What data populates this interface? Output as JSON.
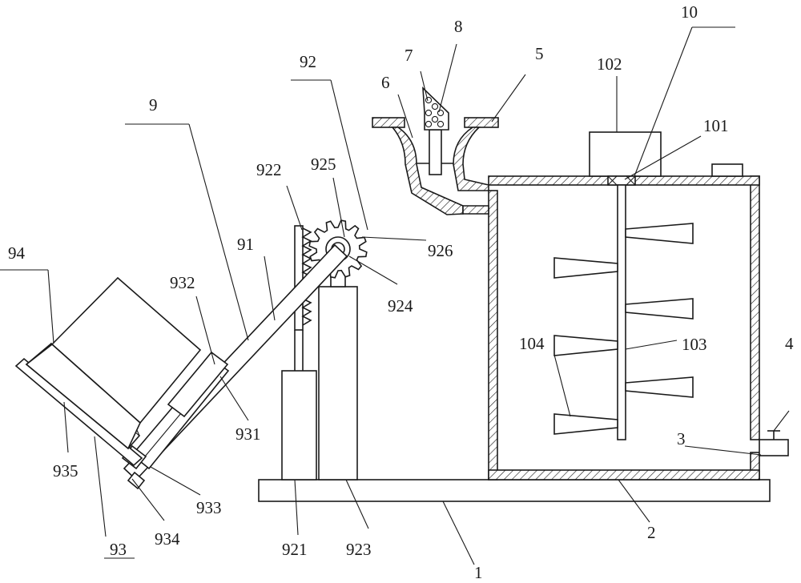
{
  "labels": {
    "l1": "1",
    "l2": "2",
    "l3": "3",
    "l4": "4",
    "l5": "5",
    "l6": "6",
    "l7": "7",
    "l8": "8",
    "l9": "9",
    "l10": "10",
    "l91": "91",
    "l92": "92",
    "l93": "93",
    "l94": "94",
    "l101": "101",
    "l102": "102",
    "l103": "103",
    "l104": "104",
    "l921": "921",
    "l922": "922",
    "l923": "923",
    "l924": "924",
    "l925": "925",
    "l926": "926",
    "l931": "931",
    "l932": "932",
    "l933": "933",
    "l934": "934",
    "l935": "935"
  }
}
